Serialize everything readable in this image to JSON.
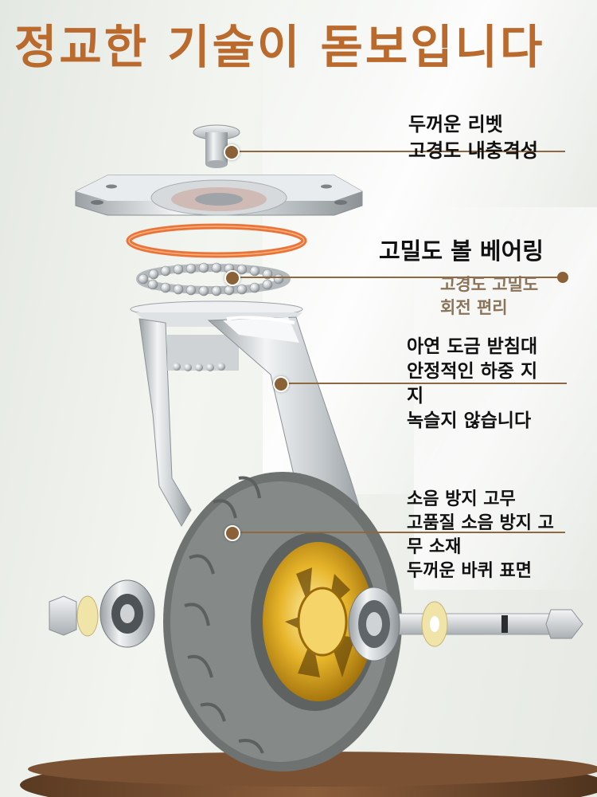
{
  "headline": "정교한 기술이 돋보입니다",
  "callouts": {
    "rivet": {
      "lines": [
        "두꺼운 리벳",
        "고경도 내충격성"
      ]
    },
    "bearing": {
      "title": "고밀도 볼 베어링",
      "lines": [
        "고경도 고밀도",
        "회전 편리"
      ]
    },
    "bracket": {
      "lines": [
        "아연 도금 받침대",
        "안정적인 하중 지",
        "지",
        "녹슬지 않습니다"
      ]
    },
    "rubber": {
      "lines": [
        "소음 방지 고무",
        "고품질 소음 방지 고",
        "무 소재",
        "두꺼운 바퀴 표면"
      ]
    }
  },
  "colors": {
    "headline": "#bb6a2e",
    "leader": "#8e6840",
    "dot": "#8b6238",
    "subtext": "#8a7359",
    "gasket": "#e8743a",
    "hub_gold": "#d9a21a",
    "tire": "#707574"
  },
  "icons": [
    "rivet-illustration",
    "mounting-plate-illustration",
    "ball-bearing-illustration",
    "swivel-bracket-illustration",
    "wheel-illustration",
    "axle-bolt-illustration"
  ]
}
